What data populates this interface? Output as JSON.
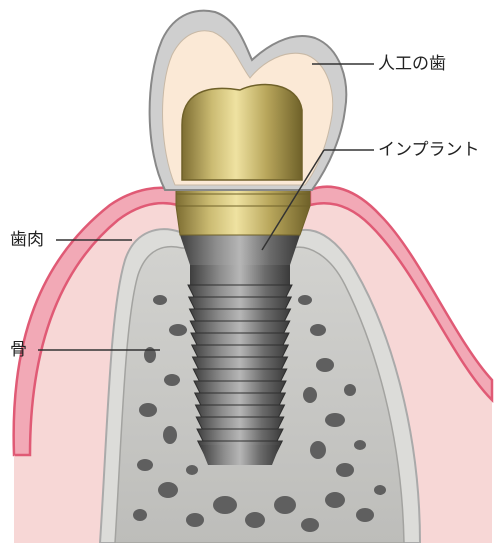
{
  "labels": {
    "artificial_tooth": "人工の歯",
    "implant": "インプラント",
    "gum": "歯肉",
    "bone": "骨"
  },
  "colors": {
    "gum_outer": "#f2a9b6",
    "gum_edge": "#e05a75",
    "gum_inner": "#f7d3d3",
    "bone_cortex": "#dcdcd9",
    "bone_inner": "#c9c9c6",
    "bone_pores": "#6a6a6a",
    "crown_shell": "#cfcfcf",
    "crown_inner": "#fbe9d6",
    "abutment_gold": "#b3a15a",
    "implant_screw": "#6e6e6e"
  },
  "icons": {
    "crown": "artificial-tooth-crown",
    "abutment": "gold-abutment",
    "screw": "implant-screw"
  }
}
